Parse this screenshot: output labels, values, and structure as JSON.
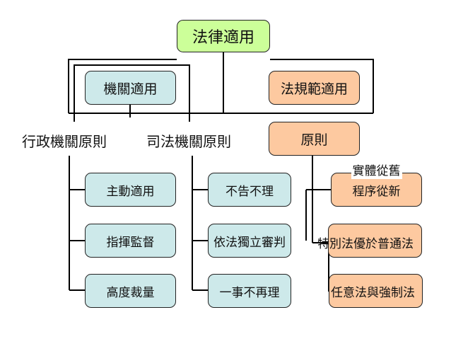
{
  "root": {
    "label": "法律適用"
  },
  "level1": {
    "organ": "機關適用",
    "norm": "法規範適用"
  },
  "level2": {
    "admin": "行政機關原則",
    "judicial": "司法機關原則",
    "principle": "原則"
  },
  "admin_items": [
    "主動適用",
    "指揮監督",
    "高度裁量"
  ],
  "judicial_items": [
    "不告不理",
    "依法獨立審判",
    "一事不再理"
  ],
  "principle_items": {
    "item1_line1": "實體從舊",
    "item1_line2": "程序從新",
    "item2": "特別法優於普通法",
    "item3": "任意法與強制法"
  },
  "colors": {
    "root": "#ccff99",
    "blue": "#cde9ea",
    "orange": "#fdc9a0",
    "line": "#000000"
  }
}
